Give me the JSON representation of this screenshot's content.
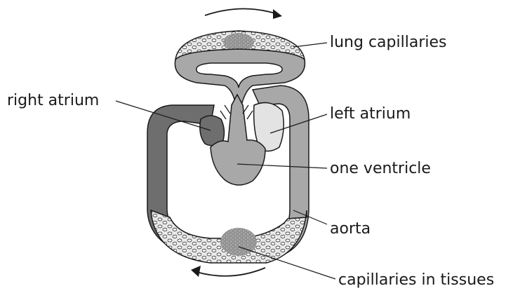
{
  "labels": {
    "lung_capillaries": "lung capillaries",
    "right_atrium": "right atrium",
    "left_atrium": "left atrium",
    "one_ventricle": "one ventricle",
    "aorta": "aorta",
    "capillaries_in_tissues": "capillaries in tissues"
  },
  "colors": {
    "deoxygenated": "#6e6e6e",
    "mixed": "#a8a8a8",
    "oxygenated": "#e3e3e3",
    "outline": "#1a1a1a"
  }
}
